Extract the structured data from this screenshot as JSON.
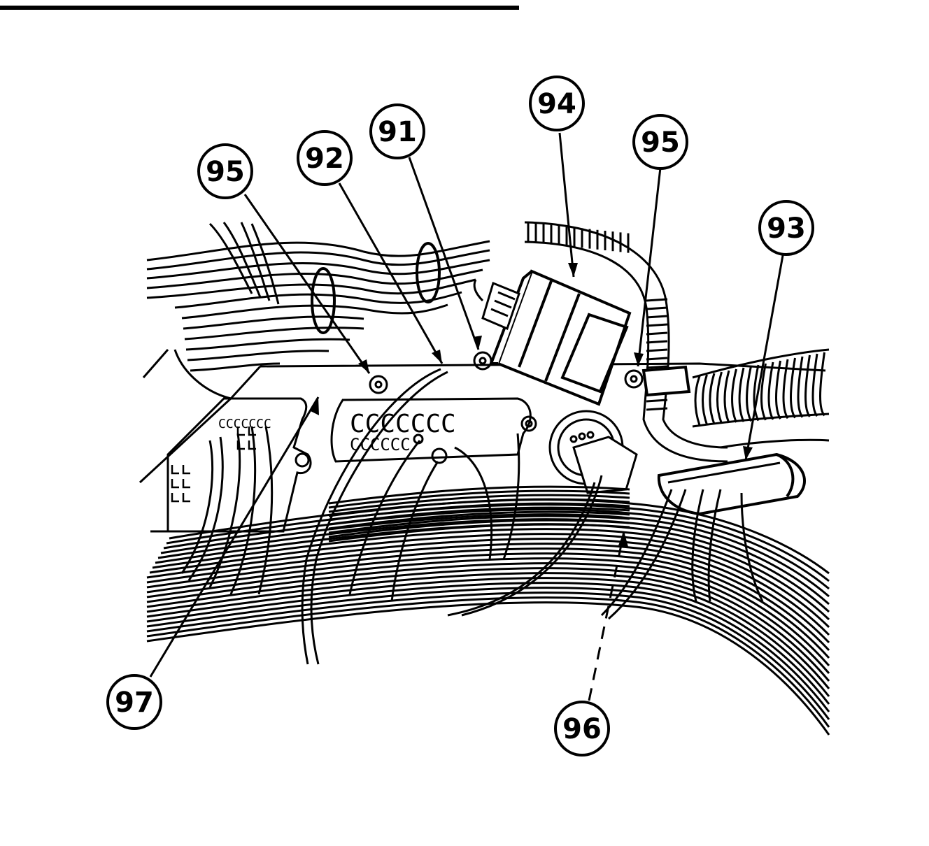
{
  "colors": {
    "ink": "#000000",
    "paper": "#ffffff"
  },
  "callouts": [
    {
      "id": "c91",
      "label": "91"
    },
    {
      "id": "c92",
      "label": "92"
    },
    {
      "id": "c93",
      "label": "93"
    },
    {
      "id": "c94",
      "label": "94"
    },
    {
      "id": "c95a",
      "label": "95"
    },
    {
      "id": "c95b",
      "label": "95"
    },
    {
      "id": "c96",
      "label": "96"
    },
    {
      "id": "c97",
      "label": "97"
    }
  ],
  "relay_markings": {
    "left_panel": "CCCCCCC",
    "center_panel_line1": "CCCCCCC",
    "center_panel_line2": "CCCCCC"
  }
}
